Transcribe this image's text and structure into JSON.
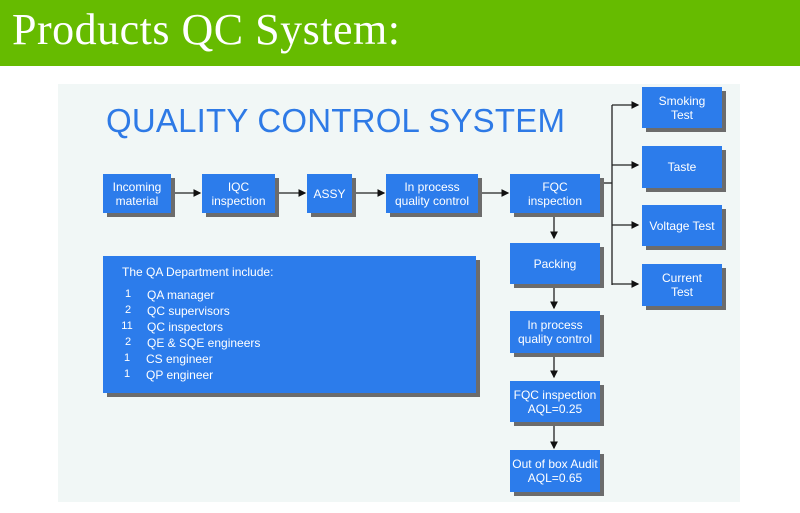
{
  "header": {
    "title": "Products QC System:",
    "background_color": "#66bb00"
  },
  "diagram": {
    "title": "QUALITY CONTROL SYSTEM",
    "title_color": "#2e7ae6",
    "box_color": "#2c7ceb",
    "main_flow": [
      {
        "id": "incoming",
        "label": "Incoming\nmaterial"
      },
      {
        "id": "iqc",
        "label": "IQC\ninspection"
      },
      {
        "id": "assy",
        "label": "ASSY"
      },
      {
        "id": "ipqc",
        "label": "In process\nquality control"
      },
      {
        "id": "fqc",
        "label": "FQC\ninspection"
      }
    ],
    "vertical_flow": [
      {
        "id": "packing",
        "label": "Packing"
      },
      {
        "id": "ipqc2",
        "label": "In process\nquality control"
      },
      {
        "id": "fqc_aql",
        "label": "FQC inspection\nAQL=0.25"
      },
      {
        "id": "oba",
        "label": "Out of box Audit\nAQL=0.65"
      }
    ],
    "tests": [
      {
        "id": "smoking",
        "label": "Smoking\nTest"
      },
      {
        "id": "taste",
        "label": "Taste"
      },
      {
        "id": "voltage",
        "label": "Voltage Test"
      },
      {
        "id": "current",
        "label": "Current\nTest"
      }
    ],
    "qa_department": {
      "heading": "The QA Department include:",
      "members": [
        {
          "count": "1",
          "role": "QA manager"
        },
        {
          "count": "2",
          "role": "QC supervisors"
        },
        {
          "count": "11",
          "role": "QC inspectors"
        },
        {
          "count": "2",
          "role": "QE & SQE engineers"
        },
        {
          "count": "1",
          "role": "CS engineer"
        },
        {
          "count": "1",
          "role": "QP engineer"
        }
      ]
    }
  }
}
